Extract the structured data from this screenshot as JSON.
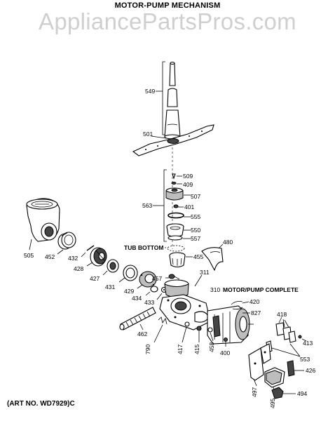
{
  "title": "MOTOR-PUMP MECHANISM",
  "watermark": "AppliancePartsPros.com",
  "art_number": "(ART NO. WD7929)C",
  "callouts": {
    "c549": "549",
    "c501": "501",
    "c509": "509",
    "c409": "409",
    "c507": "507",
    "c563": "563",
    "c401": "401",
    "c555": "555",
    "c550": "550",
    "c557": "557",
    "tub_bottom": "TUB BOTTOM",
    "c480": "480",
    "c455": "455",
    "c505": "505",
    "c452": "452",
    "c432": "432",
    "c428": "428",
    "c427": "427",
    "c431": "431",
    "c429": "429",
    "c457": "457",
    "c434": "434",
    "c433": "433",
    "c311": "311",
    "c310": "310",
    "motor_pump_complete": "MOTOR/PUMP COMPLETE",
    "c420": "420",
    "c827": "827",
    "c462": "462",
    "c418": "418",
    "c413": "413",
    "c790": "790",
    "c417": "417",
    "c415": "415",
    "c458": "458",
    "c400": "400",
    "c553": "553",
    "c426": "426",
    "c497": "497",
    "c495": "495",
    "c494": "494"
  }
}
